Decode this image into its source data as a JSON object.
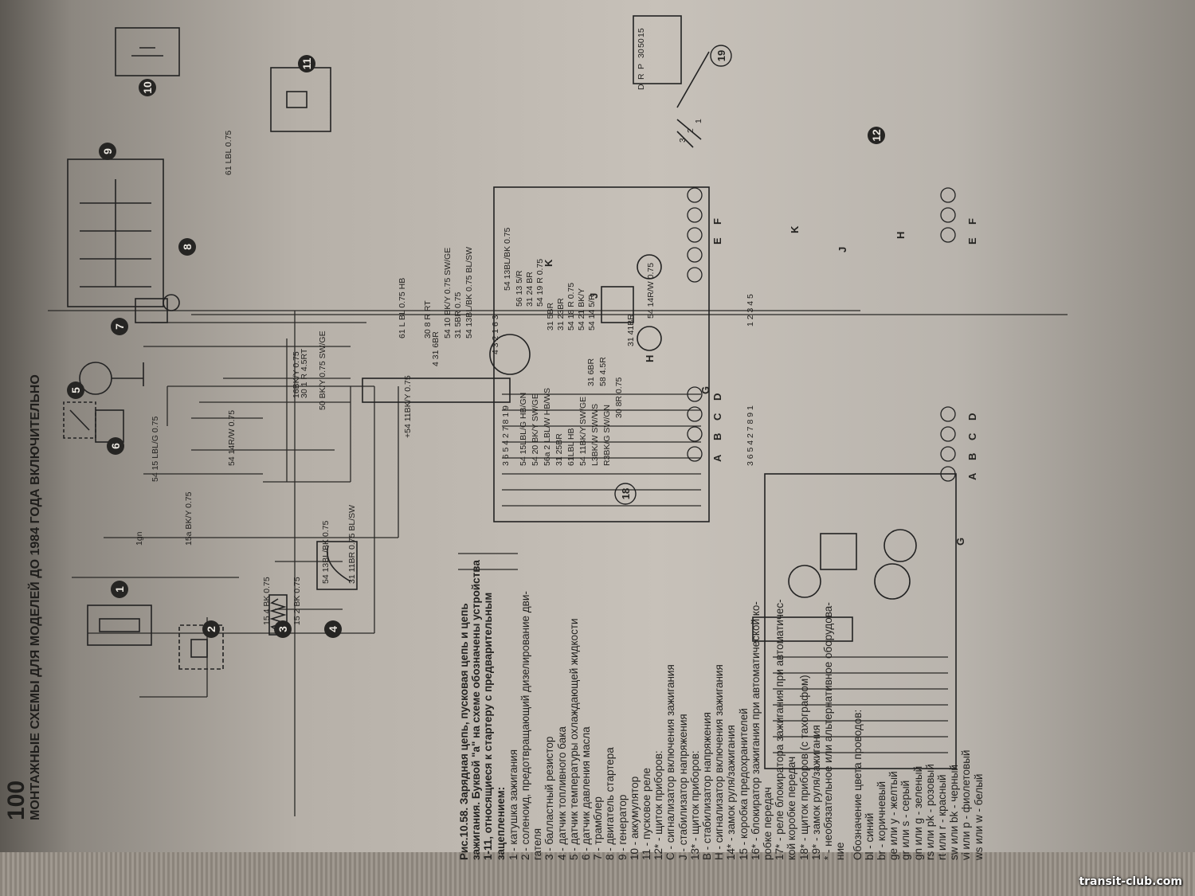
{
  "page": {
    "number": "100",
    "header": "МОНТАЖНЫЕ СХЕМЫ ДЛЯ МОДЕЛЕЙ ДО 1984 ГОДА ВКЛЮЧИТЕЛЬНО"
  },
  "caption": {
    "title": "Рис.10.58. Зарядная цепь, пусковая цепь и цепь зажигания. Буквой \"a\" на схеме обозначены устройства 1-11, относящиеся к стартеру с предварительным зацеплением:",
    "items": [
      "1 - катушка зажигания",
      "2 - соленоид, предотвращающий дизелирование дви-",
      "гателя",
      "3 - балластный резистор",
      "4 - датчик топливного бака",
      "5 - датчик температуры охлаждающей жидкости",
      "6 - датчик давления масла",
      "7 - трамблер",
      "8 - двигатель стартера",
      "9 - генератор",
      "10 - аккумулятор",
      "11 - пусковое реле",
      "12* - щиток приборов:",
      "C - сигнализатор включения зажигания",
      "J - стабилизатор напряжения",
      "13* - щиток приборов:",
      "B - стабилизатор напряжения",
      "H - сигнализатор включения зажигания",
      "14* - замок руля/зажигания",
      "15 - коробка предохранителей",
      "16* - блокиратор зажигания при автоматической ко-",
      "робке передач",
      "17* - реле блокиратора зажигания при автоматичес-",
      "кой коробке передач",
      "18* - щиток приборов (с тахографом)",
      "19* - замок руля/зажигания",
      "* - необязательное или альтернативное оборудова-",
      "ние"
    ],
    "legend_title": "Обозначение цвета проводов:",
    "legend": [
      "bl - синий",
      "br - коричневый",
      "ge или y - желтый",
      "gr или s - серый",
      "gn или g - зеленый",
      "rs или pk - розовый",
      "rt или r - красный",
      "sw или bk - черный",
      "vi или p - фиолетовый",
      "ws или w - белый"
    ]
  },
  "diagram": {
    "badges": [
      "1",
      "2",
      "3",
      "4",
      "5",
      "6",
      "7",
      "8",
      "9",
      "10",
      "11",
      "12"
    ],
    "rings": [
      "18",
      "19"
    ],
    "terminal_letters": [
      "A",
      "B",
      "C",
      "D",
      "E",
      "F"
    ],
    "lamp_labels": [
      "K",
      "J",
      "H",
      "G"
    ],
    "pin_row_top": "3 6 5 4 2 7 8 1 9",
    "pin_row_top_b": "4 3 2 1 6 3",
    "pin_row_bottom": "3 6 5 4 2 7 8 9 1",
    "pin_row_bottom_b": "1 2 3 4 5",
    "wire_labels_left": [
      "1gn",
      "15a BK/Y 0.75",
      "15 4 BK 0.75",
      "15 2 BK 0.75",
      "54 13BL/BK 0.75",
      "31 11BR 0.75 BL/SW",
      "54 15 LBL/G 0.75",
      "54 14R/W 0.75",
      "16BK/Y 0.75",
      "30 1 R 4.5RT",
      "50 BK/Y 0.75 SW/GE",
      "61 LBL 0.75"
    ],
    "wire_labels_right": [
      "61 L BL 0.75 HB",
      "30 8 R RT",
      "54 10 BK/Y 0.75 SW/GE",
      "31 5BR 0.75",
      "54 13BL/BK 0.75 BL/SW",
      "+54 11BK/Y 0.75",
      "4 31 6BR",
      "54 15LBL/G HB/GN",
      "54 20 BK/Y SW/GE",
      "56a 2 LBL/W HB/WS",
      "31 25BR",
      "61LBL HB",
      "54 11BK/Y SW/GE",
      "L3BK/W SW/WS",
      "R3BK/G SW/GN",
      "30 8R 0.75",
      "31 6BR",
      "58 4.5R",
      "31 41BR",
      "54 13BL/BK 0.75",
      "56 13 5/R",
      "31 24 BR",
      "54 19 R 0.75",
      "31 5BR",
      "31 23BR",
      "54 18 R 0.75",
      "54 21 BK/Y",
      "54 14 5/R",
      "54 14R/W 0.75"
    ],
    "switch_labels": [
      "15",
      "50",
      "30",
      "P",
      "R",
      "D",
      "1",
      "2",
      "3"
    ]
  },
  "watermark": "transit-club.com"
}
